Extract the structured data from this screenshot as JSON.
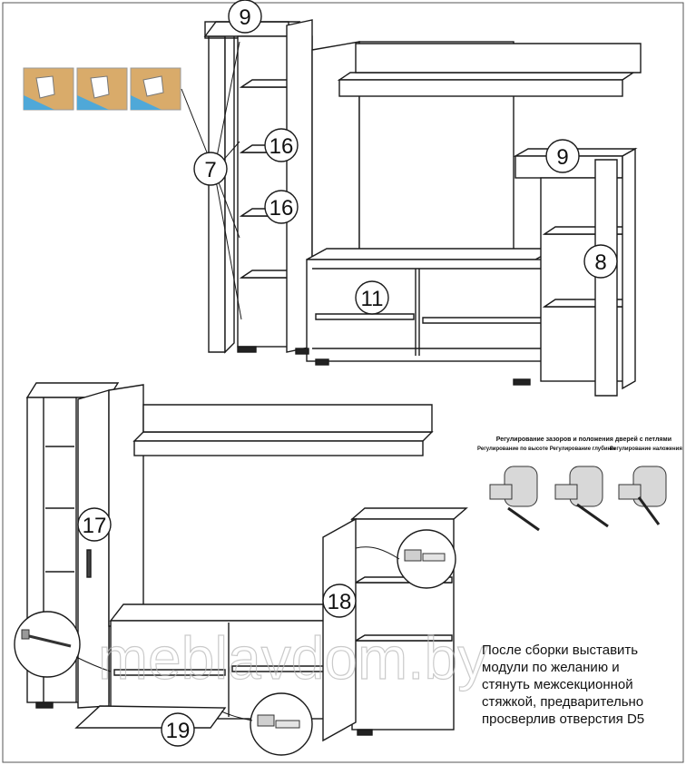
{
  "callouts": {
    "c9_left": "9",
    "c16_upper": "16",
    "c16_lower": "16",
    "c7": "7",
    "c9_right": "9",
    "c8": "8",
    "c11": "11",
    "c17": "17",
    "c18": "18",
    "c19": "19"
  },
  "hinge_adjust": {
    "title": "Регулирование зазоров и положения дверей с петлями",
    "captions": [
      "Регулирование по высоте",
      "Регулирование глубины",
      "Регулирование наложения"
    ]
  },
  "assembly_note": {
    "lines": [
      "После сборки выставить",
      "модули по желанию и",
      "стянуть межсекционной",
      "стяжкой, предварительно",
      "просверлив отверстия D5"
    ]
  },
  "watermark": "meblavdom.by",
  "colors": {
    "line": "#1a1a1a",
    "panel_fill": "#ffffff",
    "photo_blue": "#4fa8d8",
    "photo_wood": "#d9ab6a"
  }
}
